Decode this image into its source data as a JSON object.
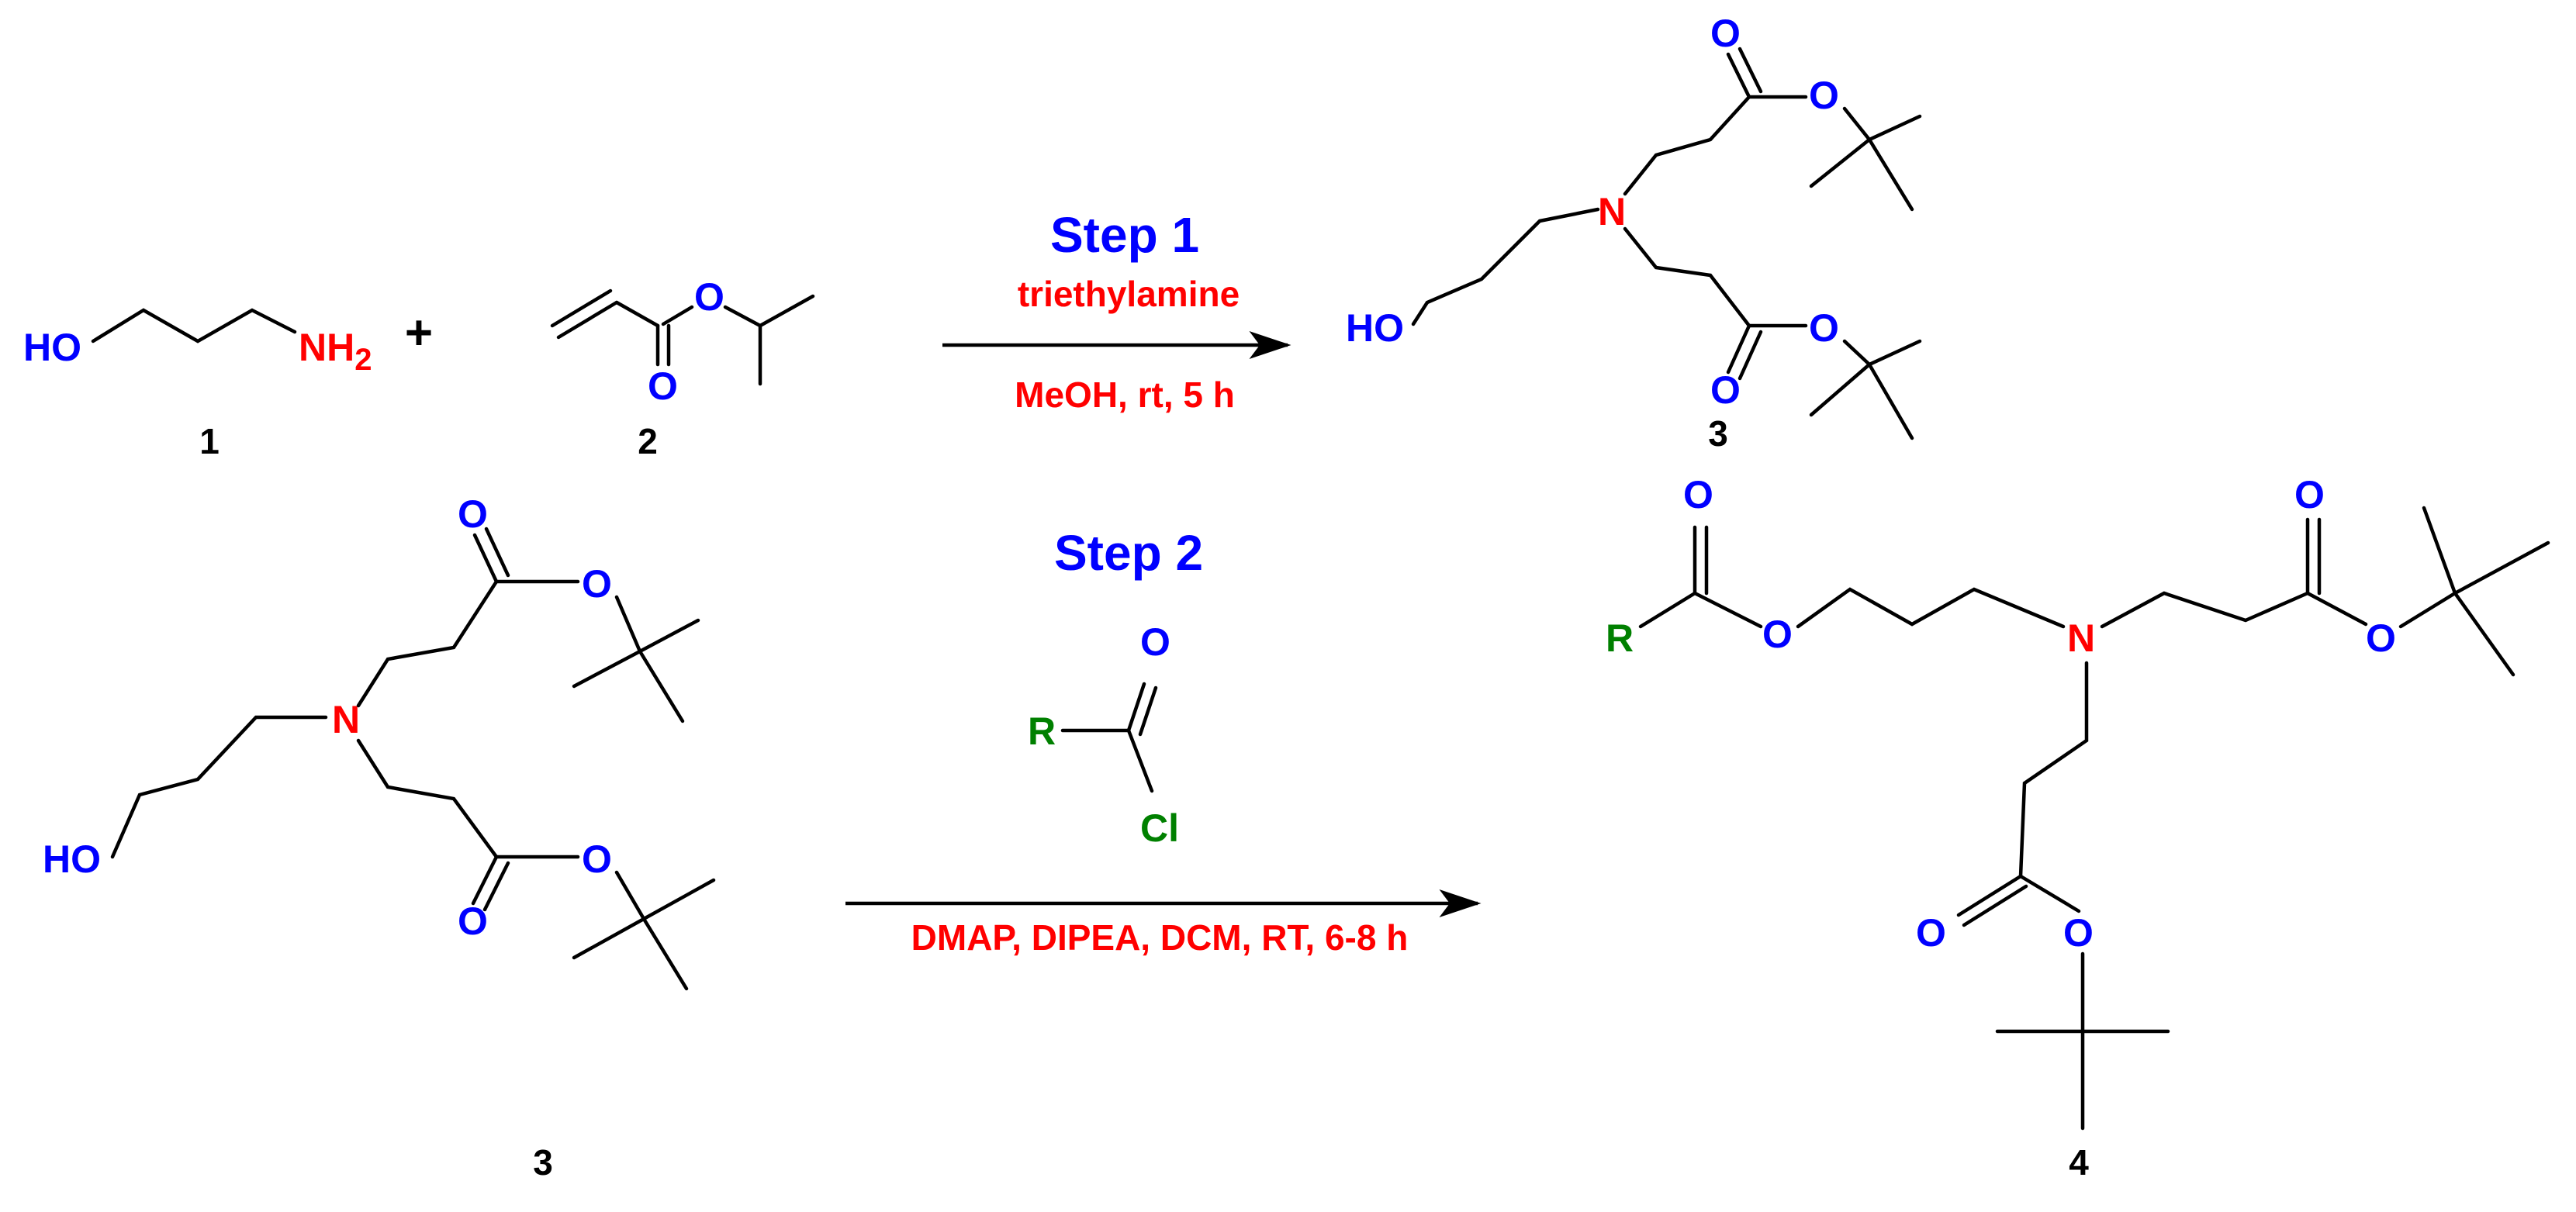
{
  "step1": {
    "title": "Step 1",
    "reagent": "triethylamine",
    "conditions": "MeOH, rt, 5 h",
    "plus": "+"
  },
  "step2": {
    "title": "Step 2",
    "conditions": "DMAP, DIPEA, DCM, RT, 6-8 h"
  },
  "compound_labels": {
    "c1": "1",
    "c2": "2",
    "c3_top": "3",
    "c3_bottom": "3",
    "c4": "4"
  },
  "atoms": {
    "HO": "HO",
    "NH": "NH",
    "sub2": "2",
    "O": "O",
    "N": "N",
    "R": "R",
    "Cl": "Cl"
  },
  "colors": {
    "oxygen": "#0000ff",
    "nitrogen": "#ff0000",
    "r_group": "#008000",
    "step_title": "#0000ff",
    "conditions": "#ff0000"
  }
}
